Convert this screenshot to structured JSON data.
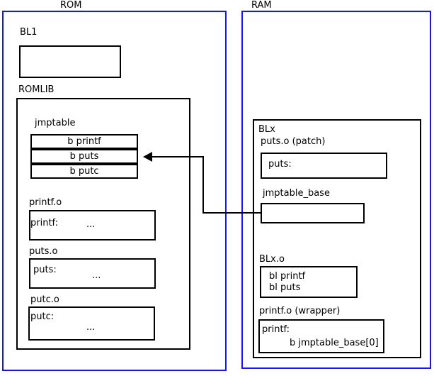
{
  "diagram": {
    "regions": [
      {
        "name": "rom",
        "label": "ROM"
      },
      {
        "name": "ram",
        "label": "RAM"
      }
    ],
    "rom": {
      "bl1": {
        "label": "BL1"
      },
      "romlib": {
        "label": "ROMLIB",
        "jmptable": {
          "label": "jmptable",
          "entries": [
            "b printf",
            "b puts",
            "b putc"
          ]
        },
        "objects": [
          {
            "label": "printf.o",
            "symbol": "printf:",
            "body": "..."
          },
          {
            "label": "puts.o",
            "symbol": "puts:",
            "body": "..."
          },
          {
            "label": "putc.o",
            "symbol": "putc:",
            "body": "..."
          }
        ]
      }
    },
    "ram": {
      "blx": {
        "label": "BLx",
        "patch": {
          "label": "puts.o (patch)",
          "symbol": "puts:"
        },
        "jmptable_base": {
          "label": "jmptable_base"
        },
        "blx_o": {
          "label": "BLx.o",
          "line1": "bl printf",
          "line2": "bl puts"
        },
        "printf_wrapper": {
          "label": "printf.o (wrapper)",
          "symbol": "printf:",
          "instruction": "b jmptable_base[0]"
        }
      }
    },
    "connector": {
      "name": "jmptable-base-to-puts-entry-arrow",
      "from": "jmptable_base",
      "to": "jmptable entry: b puts"
    },
    "colors": {
      "region_border": "#1414ff",
      "box_border": "#000000",
      "background": "#ffffff",
      "text": "#000000"
    }
  }
}
